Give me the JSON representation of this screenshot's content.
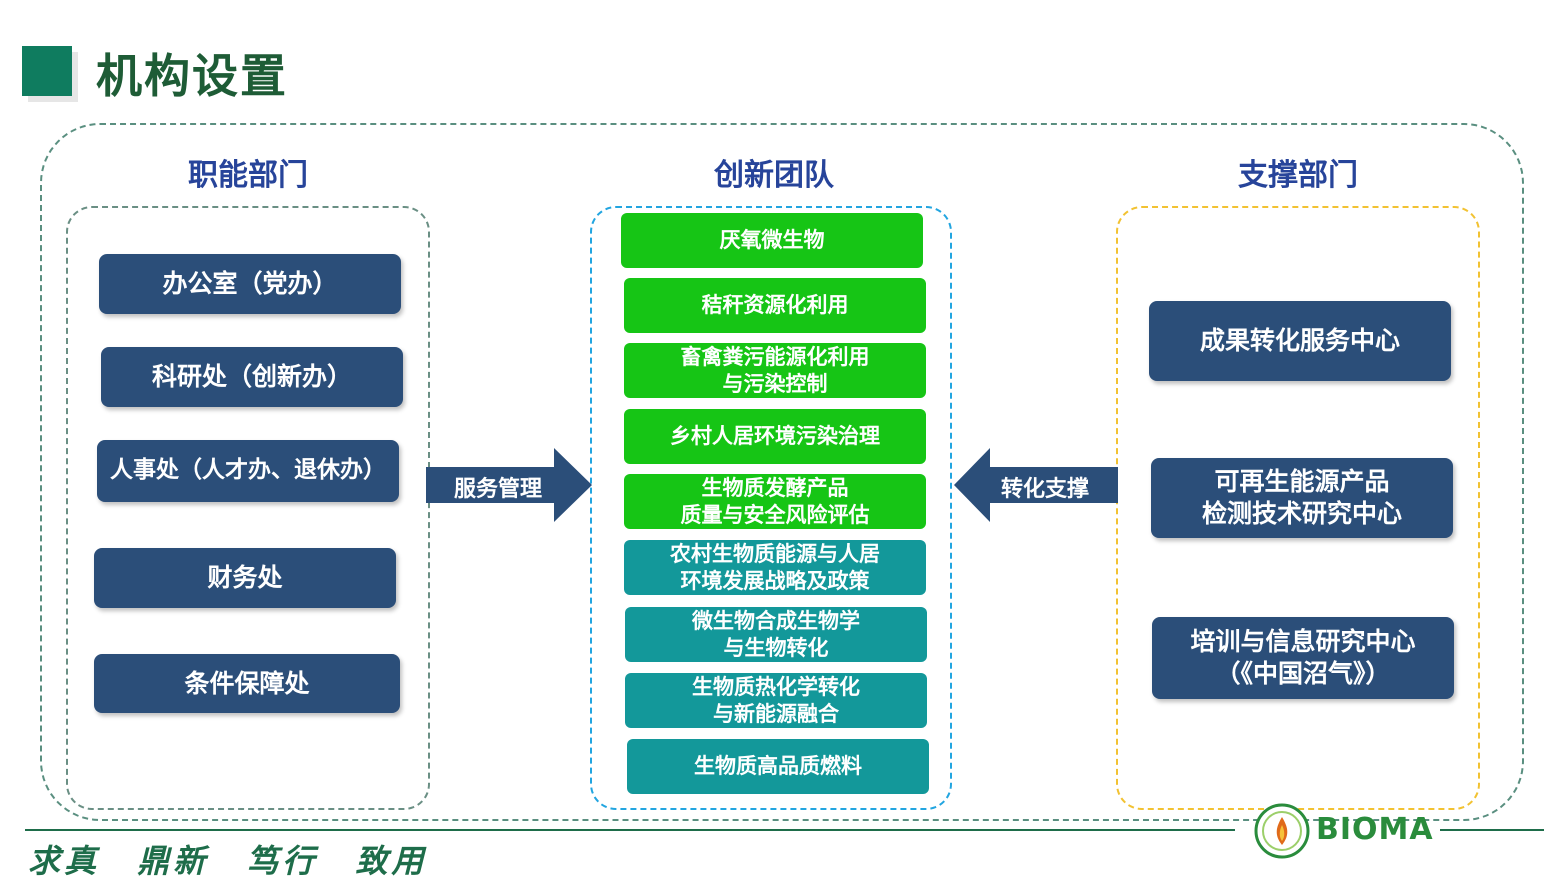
{
  "page_title": "机构设置",
  "columns": {
    "left_title": "职能部门",
    "mid_title": "创新团队",
    "right_title": "支撑部门"
  },
  "functional_departments": [
    "办公室（党办）",
    "科研处（创新办）",
    "人事处（人才办、退休办）",
    "财务处",
    "条件保障处"
  ],
  "innovation_teams": [
    "厌氧微生物",
    "秸秆资源化利用",
    "畜禽粪污能源化利用\n与污染控制",
    "乡村人居环境污染治理",
    "生物质发酵产品\n质量与安全风险评估",
    "农村生物质能源与人居\n环境发展战略及政策",
    "微生物合成生物学\n与生物转化",
    "生物质热化学转化\n与新能源融合",
    "生物质高品质燃料"
  ],
  "support_departments": [
    "成果转化服务中心",
    "可再生能源产品\n检测技术研究中心",
    "培训与信息研究中心\n（《中国沼气》）"
  ],
  "arrows": {
    "left_label": "服务管理",
    "right_label": "转化支撑"
  },
  "footer": {
    "motto": "求真 鼎新 笃行 致用",
    "logo_text": "BIOMA"
  },
  "colors": {
    "title_green": "#1e5c36",
    "box_navy": "#2b4e79",
    "team_green": "#16c515",
    "team_teal": "#13989a",
    "heading_blue": "#27449a"
  }
}
